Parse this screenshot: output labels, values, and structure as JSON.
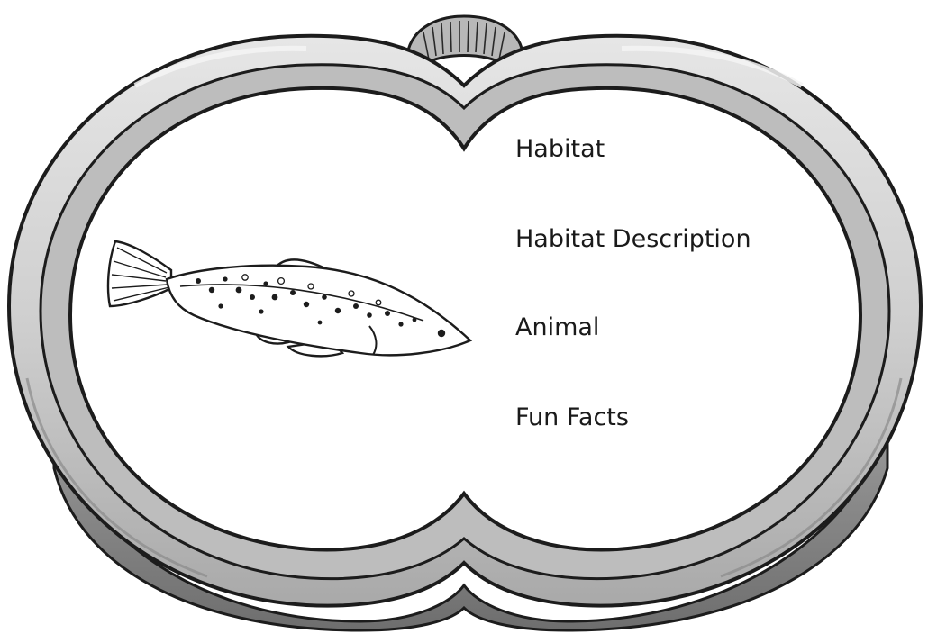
{
  "worksheet": {
    "fields": [
      {
        "id": "habitat",
        "label": "Habitat"
      },
      {
        "id": "habitat_description",
        "label": "Habitat Description"
      },
      {
        "id": "animal",
        "label": "Animal"
      },
      {
        "id": "fun_facts",
        "label": "Fun Facts"
      }
    ]
  },
  "illustration": {
    "frame": "binoculars",
    "subject": "trout-fish",
    "colors": {
      "frame_light": "#d9d9d9",
      "frame_mid": "#b3b3b3",
      "frame_dark": "#7a7a7a",
      "outline": "#1c1c1c",
      "lens": "#ffffff"
    }
  }
}
